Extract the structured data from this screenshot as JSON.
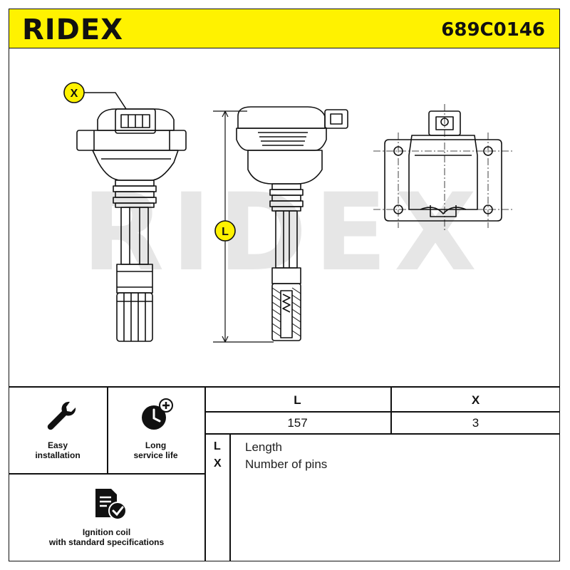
{
  "header": {
    "brand": "RIDEX",
    "part_number": "689C0146",
    "background_color": "#fff200"
  },
  "drawing": {
    "watermark": "RIDEX",
    "callout_x": "X",
    "callout_l": "L",
    "callout_color": "#fff200"
  },
  "features": [
    {
      "icon": "wrench-icon",
      "label_line1": "Easy",
      "label_line2": "installation"
    },
    {
      "icon": "clock-plus-icon",
      "label_line1": "Long",
      "label_line2": "service life"
    },
    {
      "icon": "document-check-icon",
      "label_line1": "Ignition coil",
      "label_line2": "with standard specifications"
    }
  ],
  "spec_table": {
    "columns": [
      "L",
      "X"
    ],
    "values": [
      "157",
      "3"
    ]
  },
  "legend": [
    {
      "key": "L",
      "description": "Length"
    },
    {
      "key": "X",
      "description": "Number of pins"
    }
  ]
}
